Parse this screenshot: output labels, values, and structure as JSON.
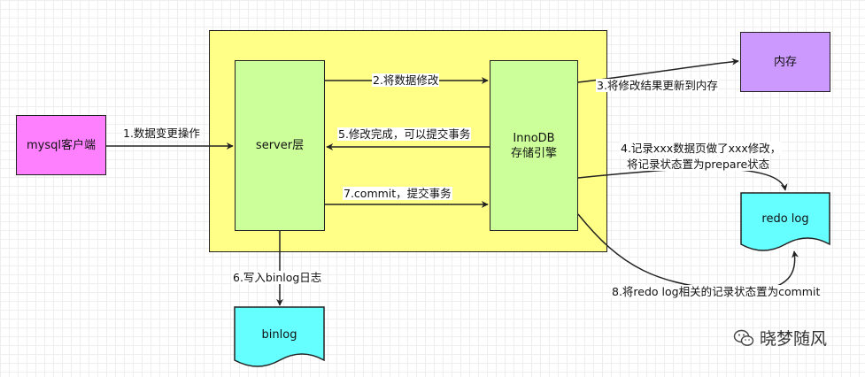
{
  "nodes": {
    "client": "mysql客户端",
    "server": "server层",
    "innodb": [
      "InnoDB",
      "存储引擎"
    ],
    "memory": "内存",
    "redolog": "redo log",
    "binlog": "binlog"
  },
  "edges": {
    "e1": "1.数据变更操作",
    "e2": "2.将数据修改",
    "e3": "3.将修改结果更新到内存",
    "e4": [
      "4.记录xxx数据页做了xxx修改，",
      "将记录状态置为prepare状态"
    ],
    "e5": "5.修改完成，可以提交事务",
    "e6": "6.写入binlog日志",
    "e7": "7.commit，提交事务",
    "e8": "8.将redo log相关的记录状态置为commit"
  },
  "watermark": "晓梦随风",
  "colors": {
    "container": "#ffff88",
    "green": "#ccff99",
    "pink": "#ff80ff",
    "purple": "#cc99ff",
    "cyan": "#66ffff"
  }
}
